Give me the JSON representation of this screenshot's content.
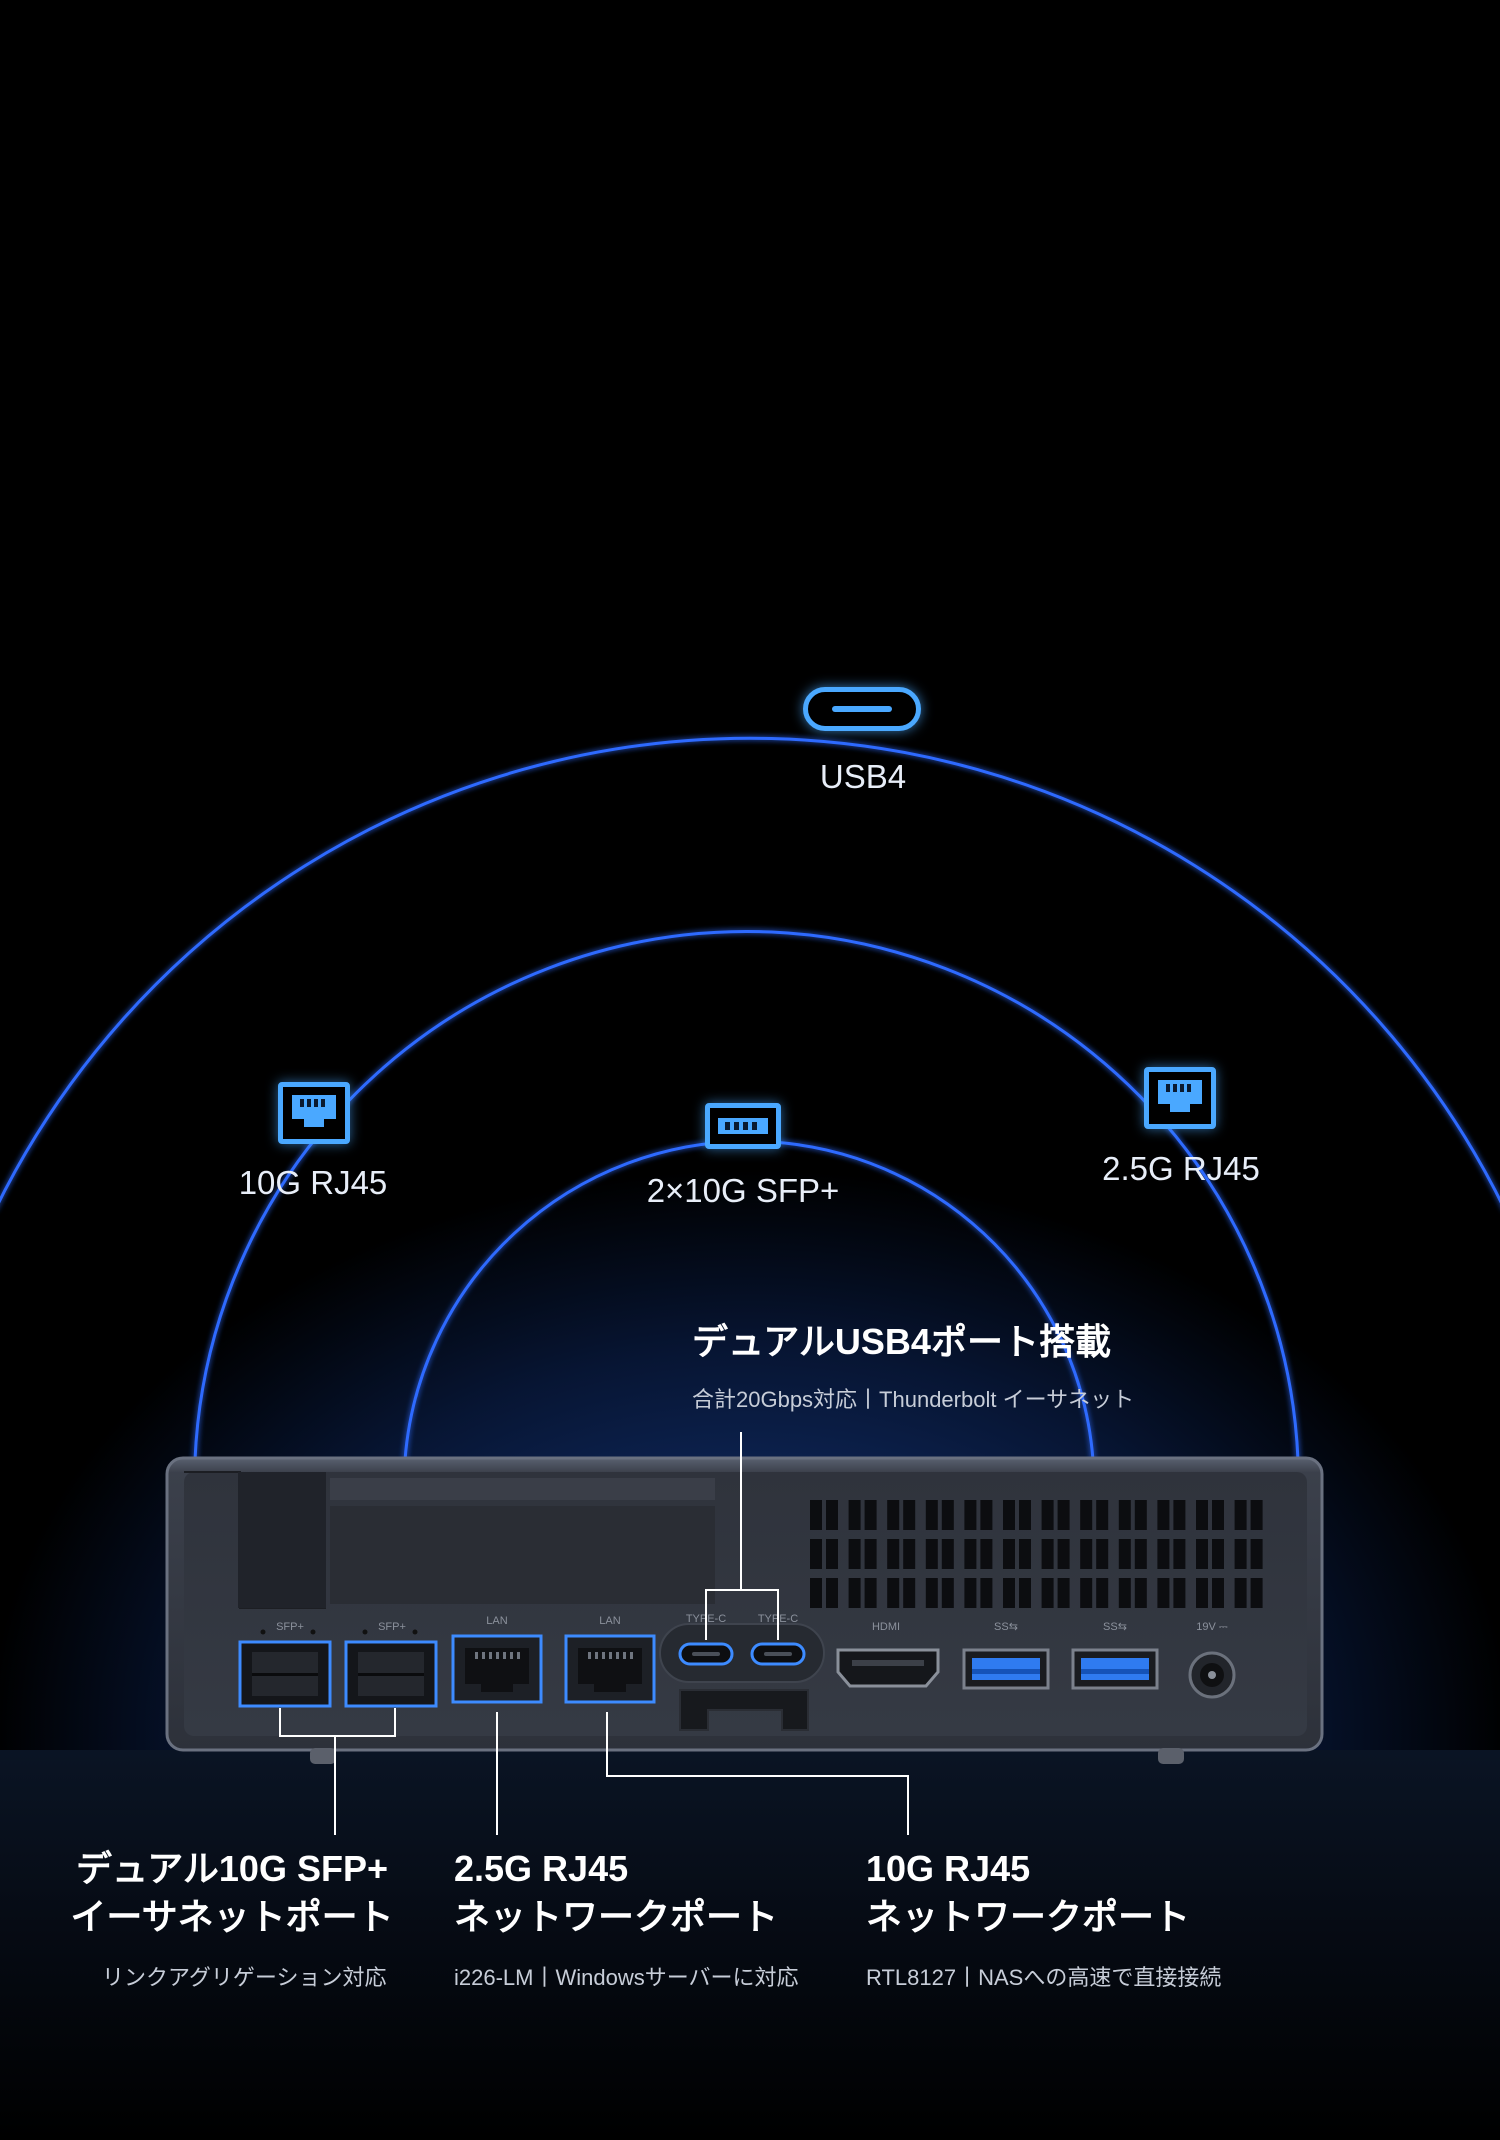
{
  "top_ports": {
    "usb4": {
      "icon": "usb-c-port-icon",
      "label": "USB4"
    },
    "rj45_10g": {
      "icon": "ethernet-port-icon",
      "label": "10G RJ45"
    },
    "sfp_dual": {
      "icon": "sfp-port-icon",
      "label": "2×10G SFP+"
    },
    "rj45_25g": {
      "icon": "ethernet-port-icon",
      "label": "2.5G RJ45"
    }
  },
  "callouts": {
    "usb4": {
      "title": "デュアルUSB4ポート搭載",
      "subtitle": "合計20Gbps対応丨Thunderbolt イーサネット"
    },
    "sfp": {
      "title_line1": "デュアル10G SFP+",
      "title_line2": "イーサネットポート",
      "subtitle": "リンクアグリゲーション対応"
    },
    "rj45_25g": {
      "title_line1": "2.5G RJ45",
      "title_line2": "ネットワークポート",
      "subtitle": "i226-LM丨Windowsサーバーに対応"
    },
    "rj45_10g": {
      "title_line1": "10G RJ45",
      "title_line2": "ネットワークポート",
      "subtitle": "RTL8127丨NASへの高速で直接接続"
    }
  },
  "device_port_labels": {
    "sfp1": "SFP+",
    "sfp2": "SFP+",
    "lan1": "LAN",
    "lan2": "LAN",
    "typec1": "TYPE-C",
    "typec2": "TYPE-C",
    "hdmi": "HDMI",
    "usb1": "SS⇆",
    "usb2": "SS⇆",
    "dc": "19V ⎓"
  },
  "colors": {
    "accent_blue": "#2f6bff",
    "icon_blue": "#4aa8ff",
    "port_highlight": "#3d8bff"
  }
}
